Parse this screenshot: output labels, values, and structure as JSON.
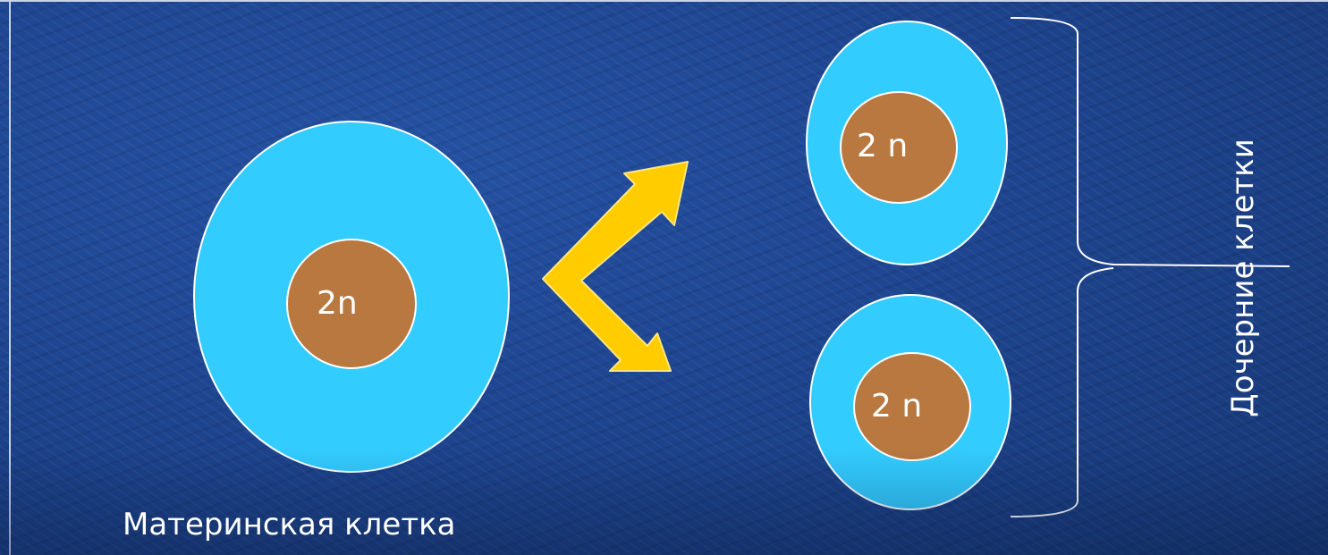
{
  "diagram": {
    "mother_cell": {
      "nucleus_label": "2n",
      "caption": "Материнская клетка"
    },
    "daughter_cells": [
      {
        "nucleus_label": "2 n"
      },
      {
        "nucleus_label": "2 n"
      }
    ],
    "daughter_group_label": "Дочерние клетки",
    "colors": {
      "background": "#1e4590",
      "cytoplasm": "#33ccff",
      "nucleus": "#b87840",
      "arrow": "#ffcc00",
      "outline": "#ffffff"
    }
  }
}
